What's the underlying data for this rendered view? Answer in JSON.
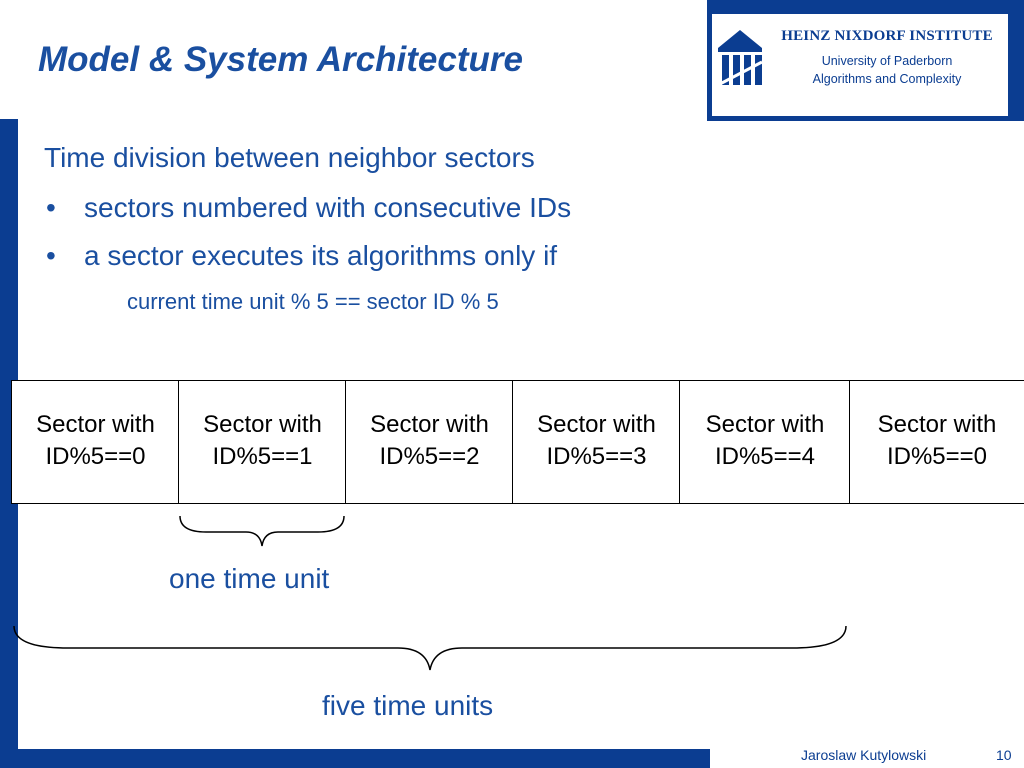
{
  "header": {
    "title": "Model & System Architecture",
    "institute": "HEINZ NIXDORF INSTITUTE",
    "university": "University of Paderborn",
    "department": "Algorithms and Complexity",
    "logo_icon": "hni-logo-icon",
    "brand_color": "#0b3d91"
  },
  "content": {
    "heading": "Time division between neighbor sectors",
    "bullet_symbol": "•",
    "bullets": [
      "sectors numbered with consecutive IDs",
      "a sector executes its algorithms only if"
    ],
    "condition": "current time unit % 5 == sector ID % 5"
  },
  "diagram": {
    "sectors": [
      {
        "line1": "Sector with",
        "line2": "ID%5==0"
      },
      {
        "line1": "Sector with",
        "line2": "ID%5==1"
      },
      {
        "line1": "Sector with",
        "line2": "ID%5==2"
      },
      {
        "line1": "Sector with",
        "line2": "ID%5==3"
      },
      {
        "line1": "Sector with",
        "line2": "ID%5==4"
      },
      {
        "line1": "Sector with",
        "line2": "ID%5==0"
      }
    ],
    "one_unit_label": "one time unit",
    "five_units_label": "five time units"
  },
  "footer": {
    "author": "Jaroslaw Kutylowski",
    "page_number": "10"
  }
}
